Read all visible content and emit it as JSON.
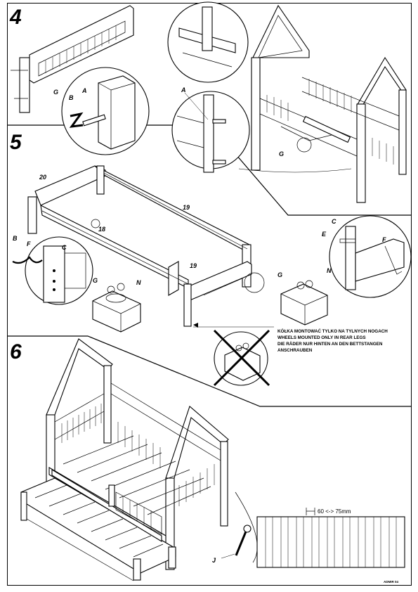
{
  "steps": [
    {
      "number": "4"
    },
    {
      "number": "5"
    },
    {
      "number": "6"
    }
  ],
  "labels": {
    "step4": {
      "b": "B",
      "a": "A",
      "g1": "G",
      "a2": "A",
      "g2": "G"
    },
    "step5": {
      "p20": "20",
      "p19a": "19",
      "p18": "18",
      "p19b": "19",
      "b": "B",
      "f": "F",
      "c": "C",
      "g": "G",
      "n": "N",
      "c2": "C",
      "e": "E",
      "f2": "F",
      "g2": "G",
      "n2": "N"
    },
    "step6": {
      "j": "J"
    }
  },
  "wheel_note": {
    "line1": "KÓŁKA MONTOWAĆ TYLKO NA TYLNYCH NOGACH",
    "line2": "WHEELS MOUNTED ONLY IN REAR LEGS",
    "line3": "DIE RÄDER NUR HINTEN AN DEN BETTSTANGEN",
    "line4": "ANSCHRAUBEN"
  },
  "slat_spacing": "60 <-> 75mm",
  "footer_code": "ADMIR 04"
}
